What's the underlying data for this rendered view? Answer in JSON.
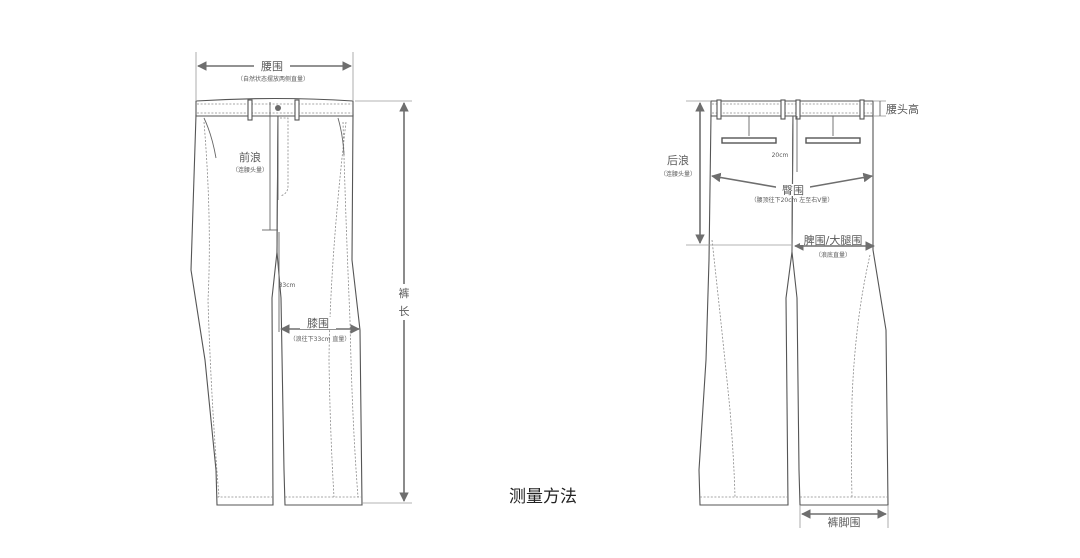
{
  "front": {
    "waist": {
      "label": "腰围",
      "note": "（自然状态摆放两侧直量）"
    },
    "front_rise": {
      "label": "前浪",
      "note": "（连腰头量）"
    },
    "knee_offset": "33cm",
    "knee": {
      "label": "膝围",
      "note": "（浪往下33cm 直量）"
    },
    "length": {
      "label_1": "裤",
      "label_2": "长"
    }
  },
  "back": {
    "waistband_height": "腰头高",
    "pocket_offset": "20cm",
    "back_rise": {
      "label": "后浪",
      "note": "（连腰头量）"
    },
    "hip": {
      "label": "臀围",
      "note": "（腰顶往下20cm 左至右V量）"
    },
    "thigh": {
      "label": "脾围/大腿围",
      "note": "（浪底直量）"
    },
    "hem": "裤脚围"
  },
  "title": "测量方法",
  "colors": {
    "line": "#555555",
    "arrow": "#6e6e6e",
    "text": "#5a5a5a"
  }
}
